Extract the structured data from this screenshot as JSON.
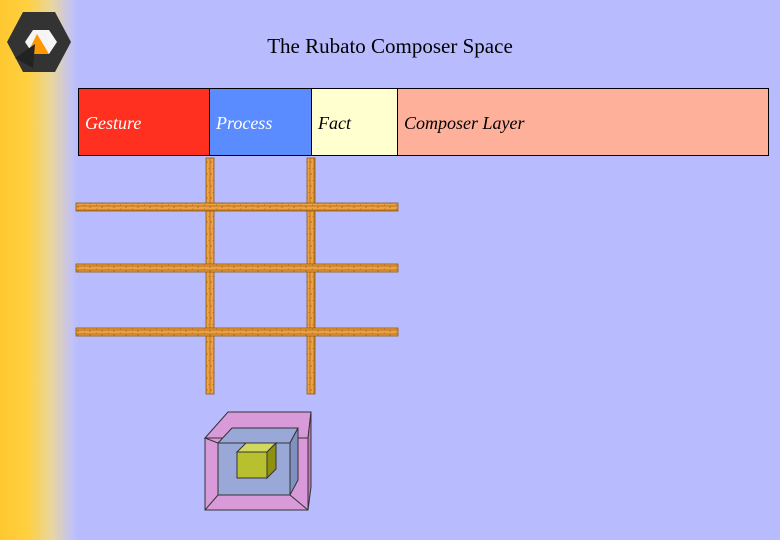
{
  "slide": {
    "title": "The Rubato Composer Space"
  },
  "layers": [
    {
      "label": "Gesture",
      "color": "#ff3020"
    },
    {
      "label": "Process",
      "color": "#5a8cff"
    },
    {
      "label": "Fact",
      "color": "#ffffd0"
    },
    {
      "label": "Composer Layer",
      "color": "#ffb09a"
    }
  ],
  "colors": {
    "background": "#b8bcff",
    "brick": "#f0a040",
    "brick_outline": "#8a5a10",
    "cube_outer": "#d89ad8",
    "cube_middle": "#9aa8d8",
    "cube_inner": "#b8c030"
  },
  "icons": {
    "logo": "rubato-logo-icon",
    "cube": "nested-cube-icon"
  }
}
